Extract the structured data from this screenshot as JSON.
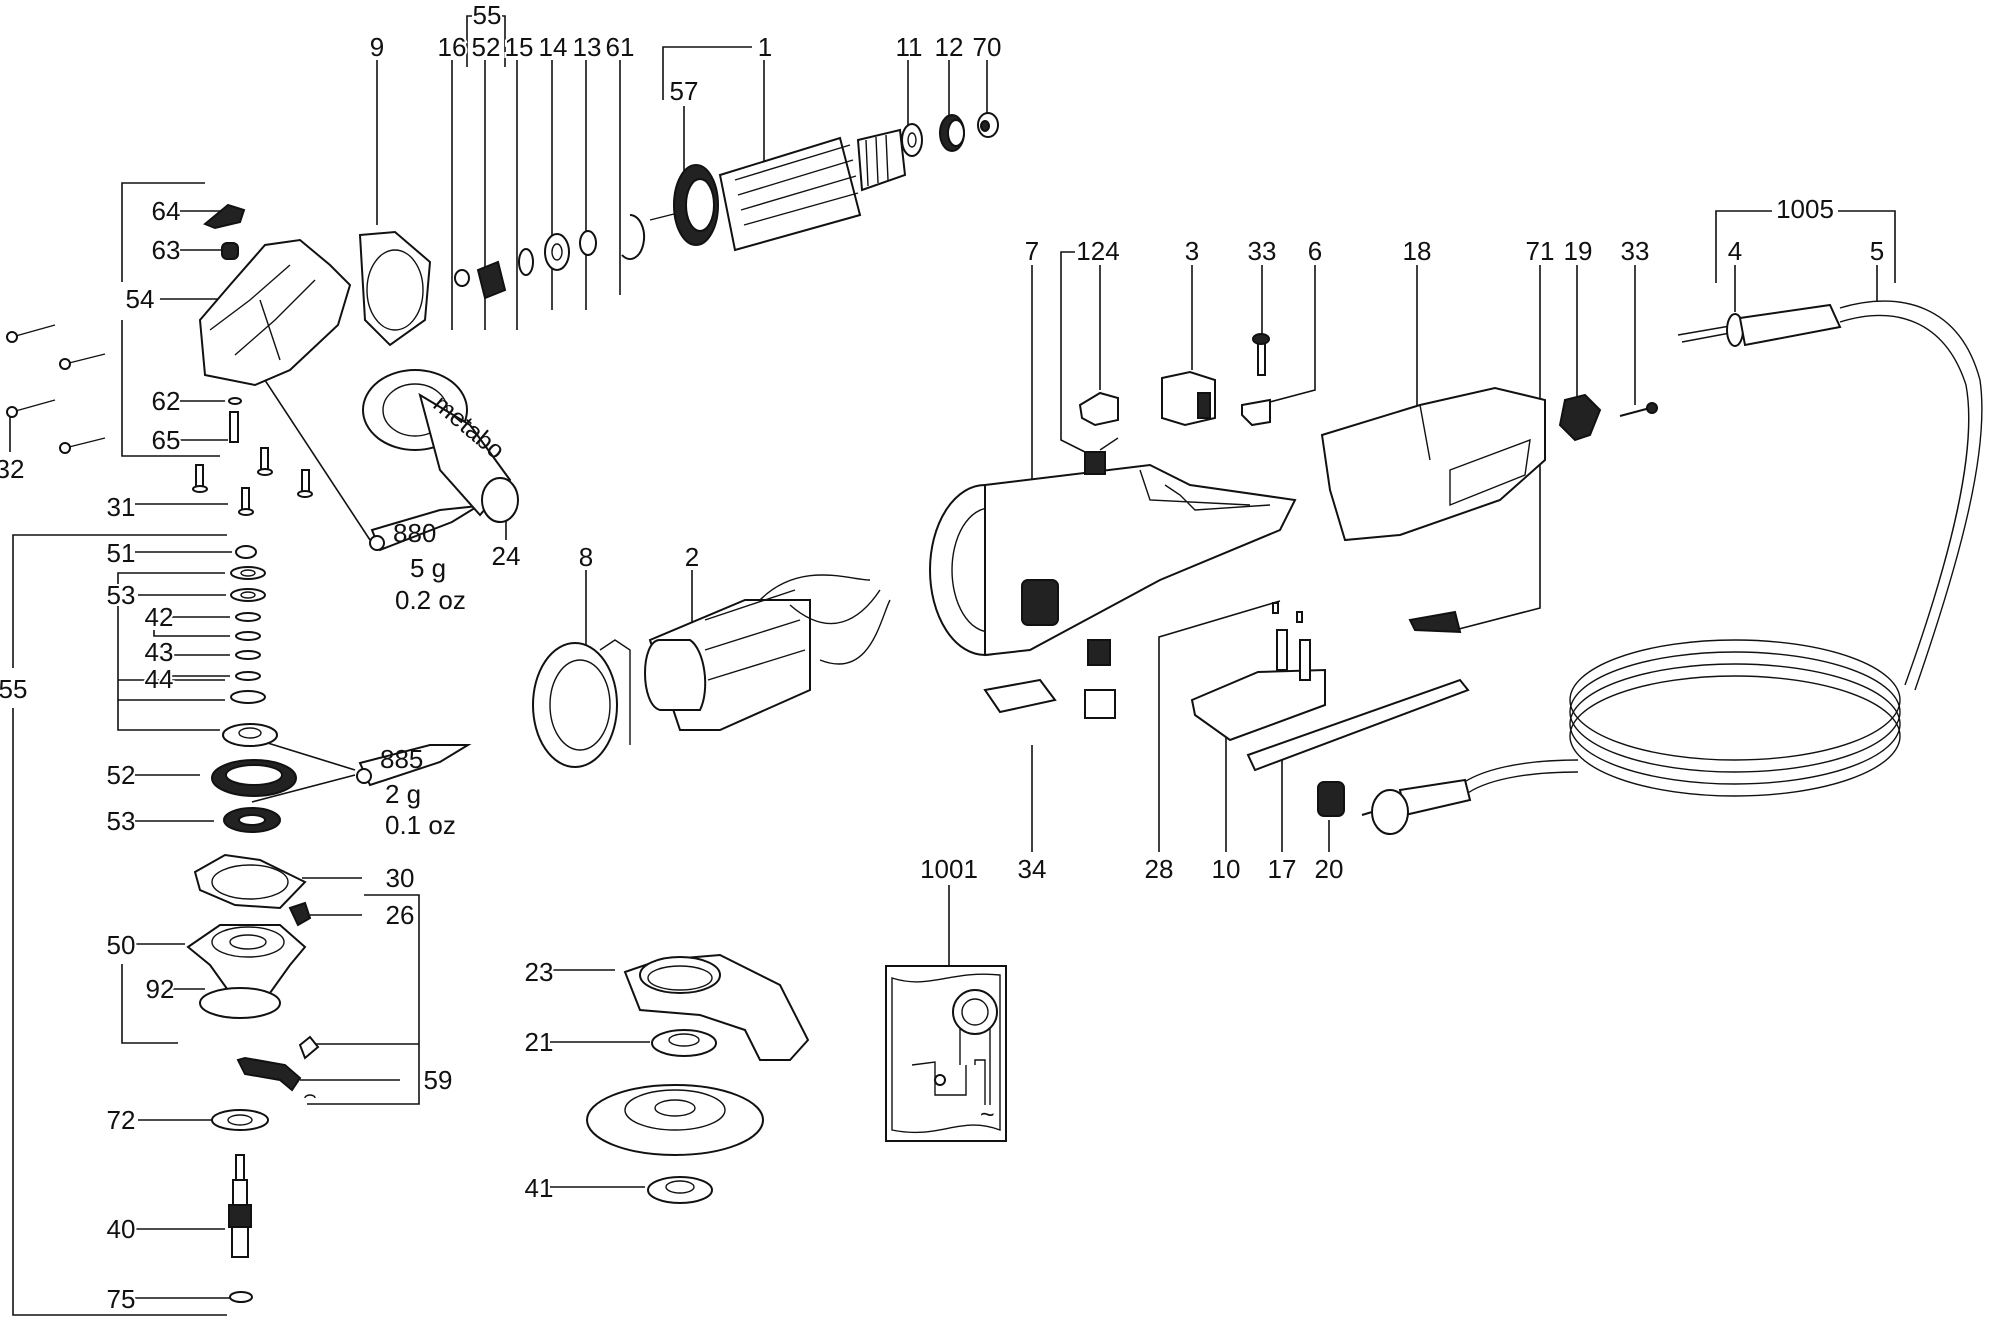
{
  "diagram": {
    "title": "Angle grinder exploded parts view",
    "callouts": [
      {
        "id": "9",
        "text": "9"
      },
      {
        "id": "16",
        "text": "16"
      },
      {
        "id": "55-top",
        "text": "55"
      },
      {
        "id": "52-top",
        "text": "52"
      },
      {
        "id": "15",
        "text": "15"
      },
      {
        "id": "14",
        "text": "14"
      },
      {
        "id": "13",
        "text": "13"
      },
      {
        "id": "61",
        "text": "61"
      },
      {
        "id": "1",
        "text": "1"
      },
      {
        "id": "57",
        "text": "57"
      },
      {
        "id": "11",
        "text": "11"
      },
      {
        "id": "12",
        "text": "12"
      },
      {
        "id": "70",
        "text": "70"
      },
      {
        "id": "7",
        "text": "7"
      },
      {
        "id": "124",
        "text": "124"
      },
      {
        "id": "3",
        "text": "3"
      },
      {
        "id": "33-a",
        "text": "33"
      },
      {
        "id": "6",
        "text": "6"
      },
      {
        "id": "18",
        "text": "18"
      },
      {
        "id": "71",
        "text": "71"
      },
      {
        "id": "19",
        "text": "19"
      },
      {
        "id": "33-b",
        "text": "33"
      },
      {
        "id": "1005",
        "text": "1005"
      },
      {
        "id": "4",
        "text": "4"
      },
      {
        "id": "5",
        "text": "5"
      },
      {
        "id": "64",
        "text": "64"
      },
      {
        "id": "63",
        "text": "63"
      },
      {
        "id": "54",
        "text": "54"
      },
      {
        "id": "62",
        "text": "62"
      },
      {
        "id": "65",
        "text": "65"
      },
      {
        "id": "32",
        "text": "32"
      },
      {
        "id": "31",
        "text": "31"
      },
      {
        "id": "24",
        "text": "24"
      },
      {
        "id": "51",
        "text": "51"
      },
      {
        "id": "53-a",
        "text": "53"
      },
      {
        "id": "42",
        "text": "42"
      },
      {
        "id": "43",
        "text": "43"
      },
      {
        "id": "44",
        "text": "44"
      },
      {
        "id": "55-left",
        "text": "55"
      },
      {
        "id": "52",
        "text": "52"
      },
      {
        "id": "53-b",
        "text": "53"
      },
      {
        "id": "30",
        "text": "30"
      },
      {
        "id": "26",
        "text": "26"
      },
      {
        "id": "50",
        "text": "50"
      },
      {
        "id": "92",
        "text": "92"
      },
      {
        "id": "59",
        "text": "59"
      },
      {
        "id": "72",
        "text": "72"
      },
      {
        "id": "40",
        "text": "40"
      },
      {
        "id": "75",
        "text": "75"
      },
      {
        "id": "8",
        "text": "8"
      },
      {
        "id": "2",
        "text": "2"
      },
      {
        "id": "23",
        "text": "23"
      },
      {
        "id": "21",
        "text": "21"
      },
      {
        "id": "41",
        "text": "41"
      },
      {
        "id": "1001",
        "text": "1001"
      },
      {
        "id": "34",
        "text": "34"
      },
      {
        "id": "28",
        "text": "28"
      },
      {
        "id": "10",
        "text": "10"
      },
      {
        "id": "17",
        "text": "17"
      },
      {
        "id": "20",
        "text": "20"
      }
    ],
    "grease": [
      {
        "code": "880",
        "weight": "5 g",
        "weight_imperial": "0.2 oz"
      },
      {
        "code": "885",
        "weight": "2 g",
        "weight_imperial": "0.1 oz"
      }
    ],
    "handle_brand": "metabo",
    "wiring_symbol": "~"
  }
}
